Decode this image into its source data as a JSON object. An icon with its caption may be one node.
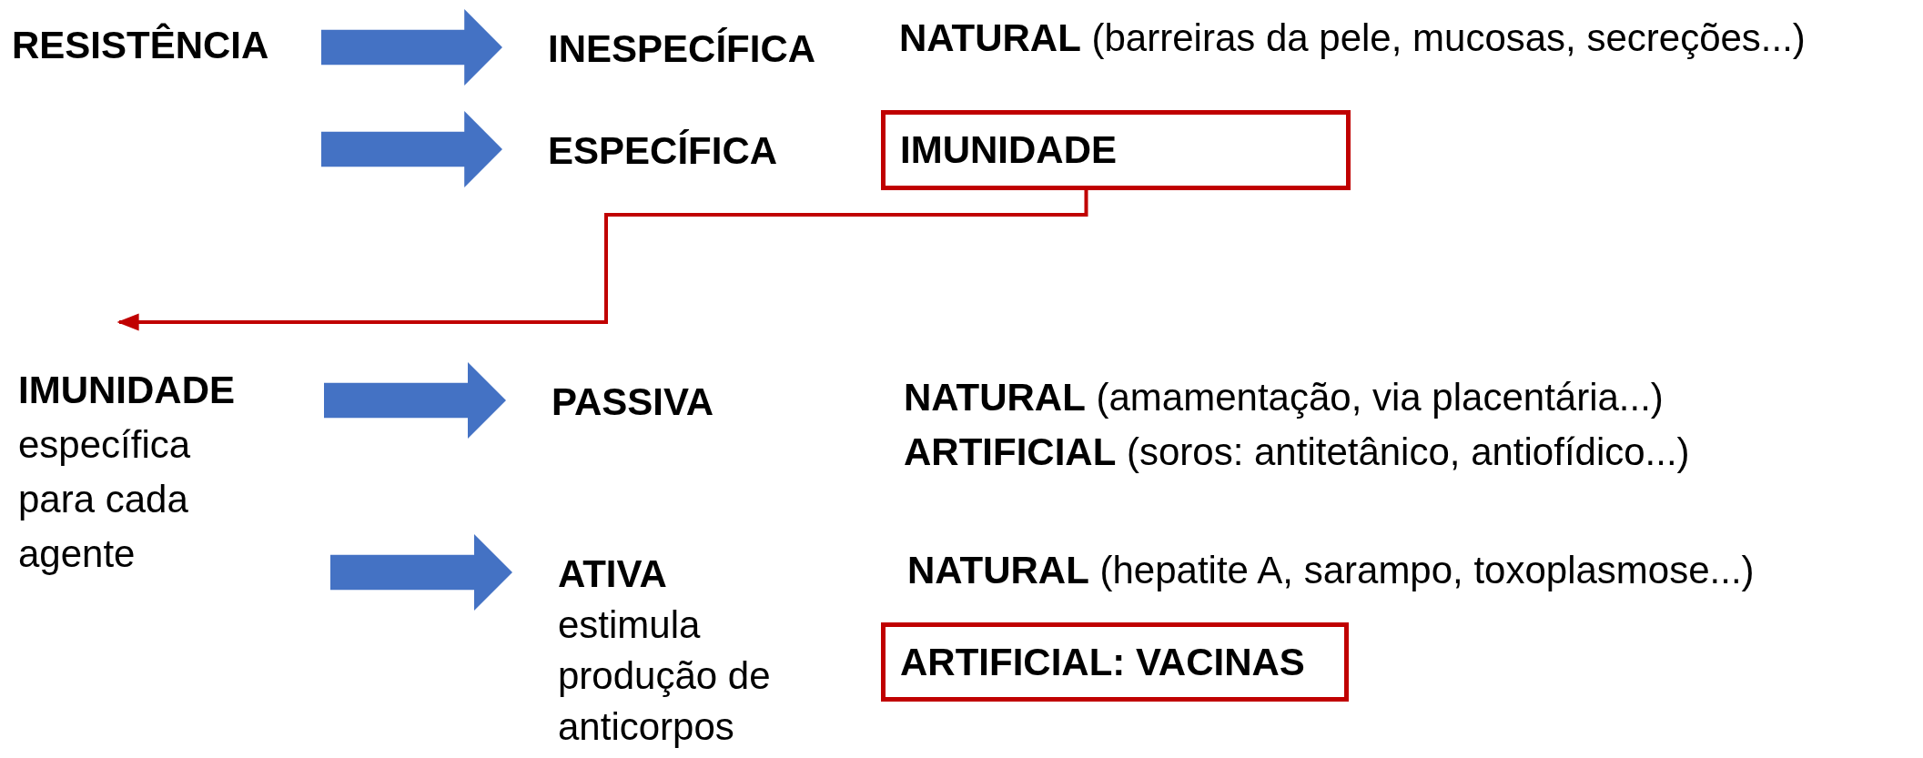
{
  "diagram": {
    "nodes": [
      {
        "text": [
          "RESISTÊNCIA"
        ]
      },
      {
        "text": [
          "INESPECÍFICA"
        ]
      },
      {
        "text": [
          "ESPECÍFICA"
        ]
      },
      {
        "text": [
          "IMUNIDADE"
        ]
      },
      {
        "text": [
          "IMUNIDADE",
          "específica para cada agente"
        ]
      },
      {
        "text": [
          "PASSIVA"
        ]
      },
      {
        "text": [
          "ATIVA",
          "estimula produção de anticorpos"
        ]
      },
      {
        "text": [
          "ARTIFICIAL: VACINAS"
        ]
      }
    ],
    "edges": [
      {
        "from": 0,
        "to": 1,
        "arrow": "to",
        "style": "thick"
      },
      {
        "from": 0,
        "to": 2,
        "arrow": "to",
        "style": "thick"
      },
      {
        "from": 3,
        "to": 4,
        "arrow": "to",
        "color": "#c00000"
      },
      {
        "from": 4,
        "to": 5,
        "arrow": "to",
        "style": "thick"
      },
      {
        "from": 4,
        "to": 6,
        "arrow": "to",
        "style": "thick"
      }
    ],
    "labels": [
      "**NATURAL** (barreiras da pele, mucosas, secreções...)",
      "**NATURAL** (amamentação, via placentária...)",
      "**ARTIFICIAL** (soros: antitetânico, antiofídico...)",
      "**NATURAL** (hepatite A, sarampo, toxoplasmose...)"
    ]
  }
}
